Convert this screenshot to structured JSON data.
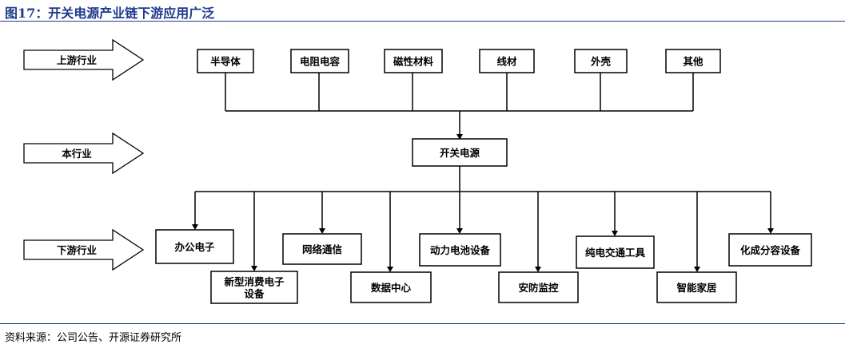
{
  "title": "图17：开关电源产业链下游应用广泛",
  "source": "资料来源：公司公告、开源证券研究所",
  "levels": {
    "upstream": "上游行业",
    "current": "本行业",
    "downstream": "下游行业"
  },
  "center": "开关电源",
  "upstream_items": [
    "半导体",
    "电阻电容",
    "磁性材料",
    "线材",
    "外壳",
    "其他"
  ],
  "downstream_items": [
    {
      "lines": [
        "办公电子"
      ]
    },
    {
      "lines": [
        "新型消费电子",
        "设备"
      ]
    },
    {
      "lines": [
        "网络通信"
      ]
    },
    {
      "lines": [
        "数据中心"
      ]
    },
    {
      "lines": [
        "动力电池设备"
      ]
    },
    {
      "lines": [
        "安防监控"
      ]
    },
    {
      "lines": [
        "纯电交通工具"
      ]
    },
    {
      "lines": [
        "智能家居"
      ]
    },
    {
      "lines": [
        "化成分容设备"
      ]
    }
  ]
}
